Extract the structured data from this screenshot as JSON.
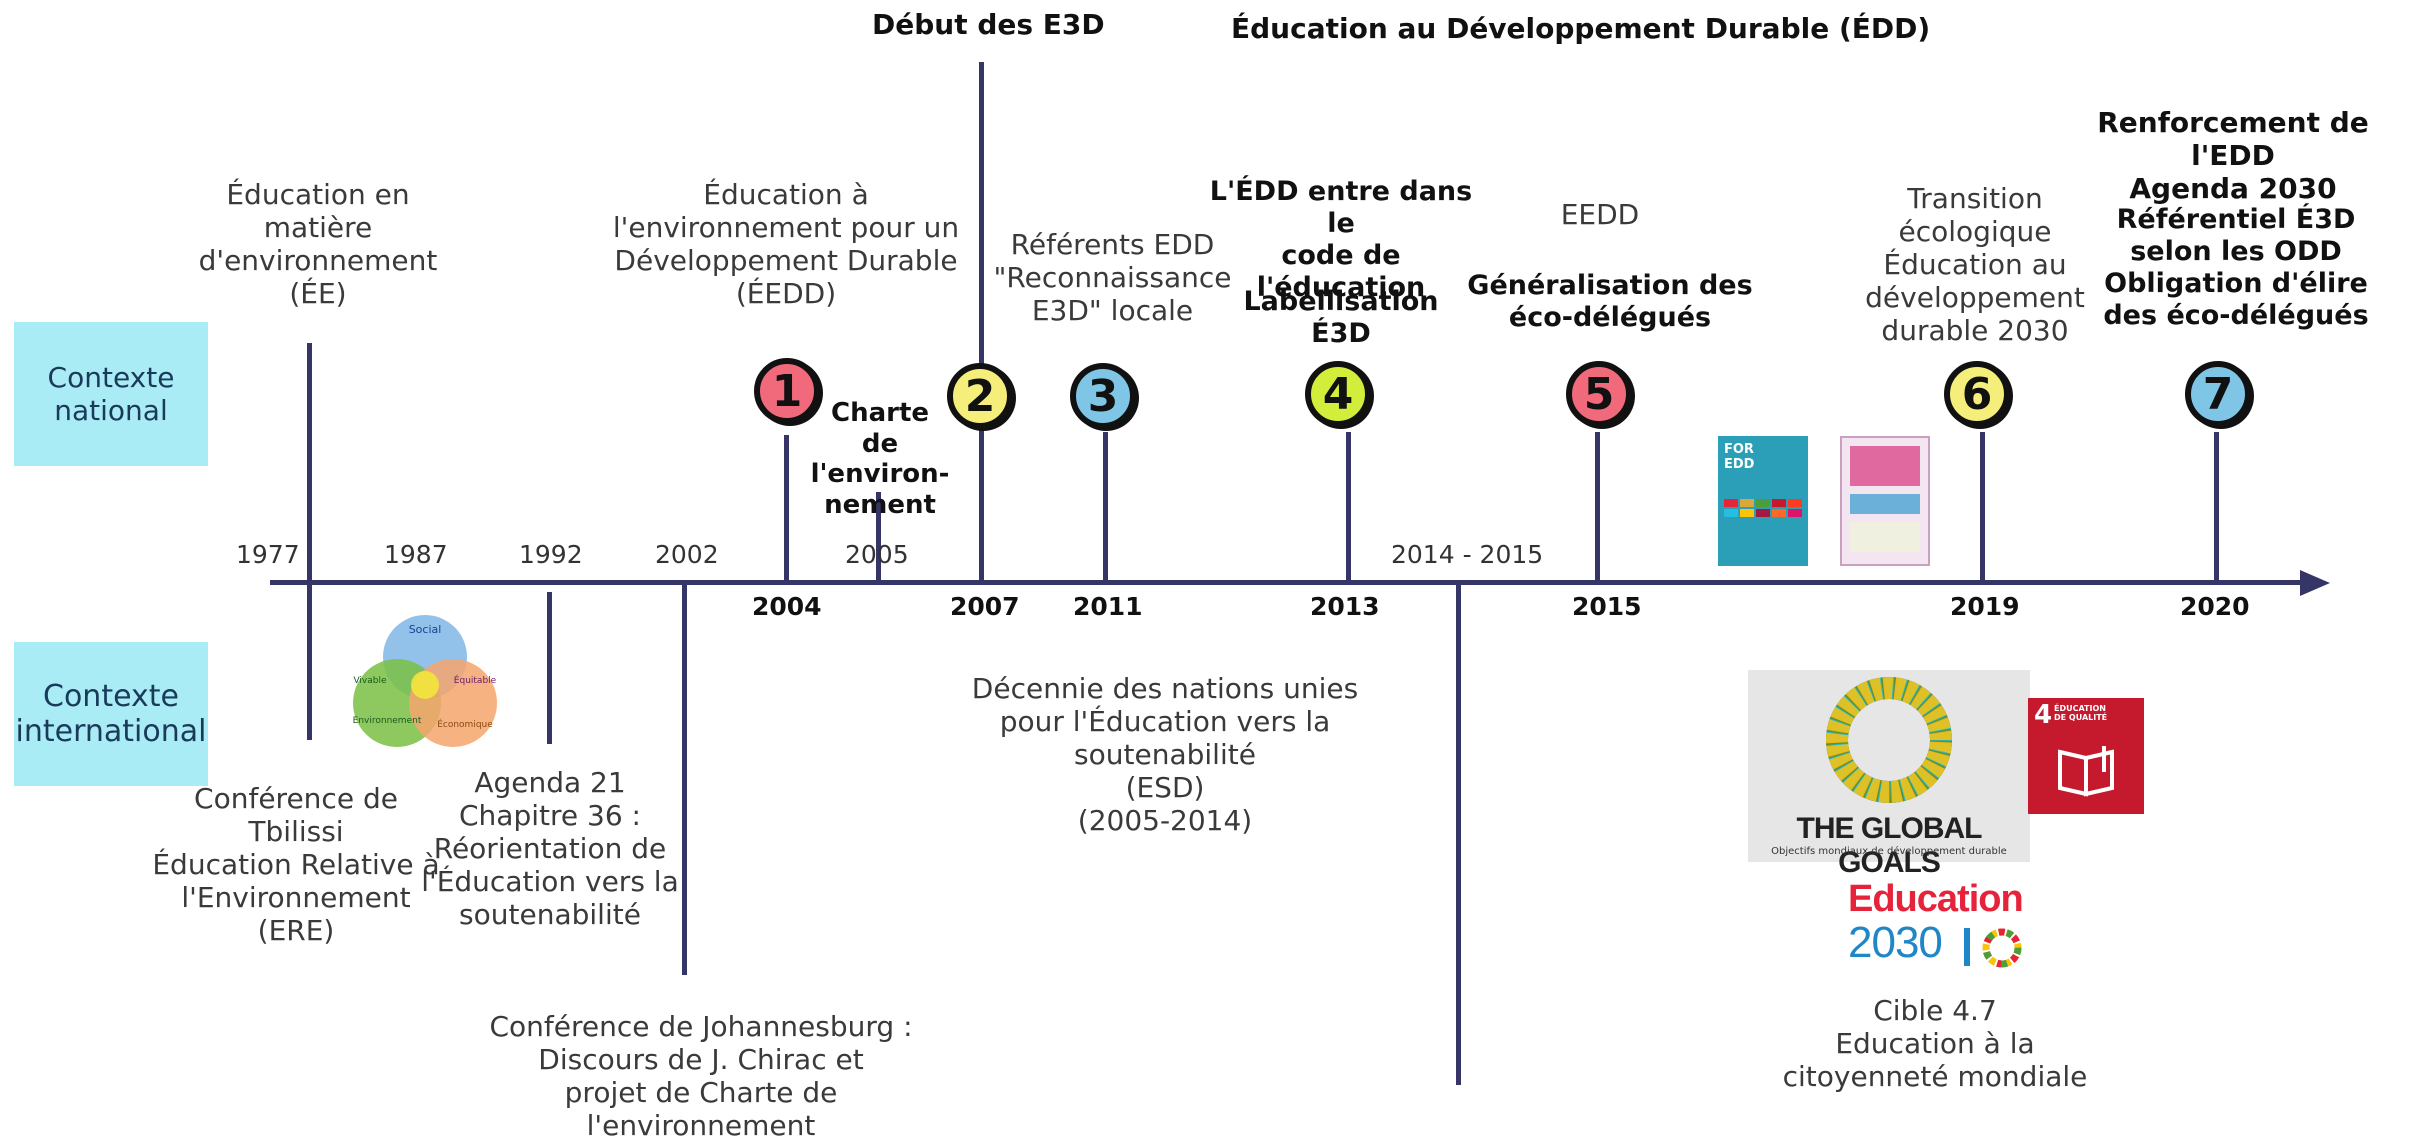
{
  "headers": {
    "debut_e3d": "Début des E3D",
    "edd": "Éducation au Développement Durable (ÉDD)",
    "renforcement": "Renforcement de l'EDD\nAgenda 2030"
  },
  "contexts": {
    "national": "Contexte\nnational",
    "international": "Contexte\ninternational"
  },
  "years_above": [
    "1977",
    "1987",
    "1992",
    "2002",
    "2005",
    "2014 - 2015"
  ],
  "years_below": [
    "2004",
    "2007",
    "2011",
    "2013",
    "2015",
    "2019",
    "2020"
  ],
  "milestones": [
    {
      "num": "1",
      "color": "#f06a7c"
    },
    {
      "num": "2",
      "color": "#f5ee7a"
    },
    {
      "num": "3",
      "color": "#7fc6e6"
    },
    {
      "num": "4",
      "color": "#d3ee3a"
    },
    {
      "num": "5",
      "color": "#f06a7c"
    },
    {
      "num": "6",
      "color": "#f5ee7a"
    },
    {
      "num": "7",
      "color": "#7fc6e6"
    }
  ],
  "national": {
    "ee": "Éducation en\nmatière\nd'environnement\n(ÉE)",
    "eedd": "Éducation à\nl'environnement pour un\nDéveloppement Durable\n(ÉEDD)",
    "charte": "Charte de\nl'environ-\nnement",
    "referents": "Référents EDD\n\"Reconnaissance\nE3D\" locale",
    "code": "L'ÉDD entre dans le\ncode de l'éducation",
    "labellisation": "Labellisation\nÉ3D",
    "eedd2": "EEDD",
    "generalisation": "Généralisation des\néco-délégués",
    "transition": "Transition\nécologique\nÉducation au\ndéveloppement\ndurable 2030",
    "referentiel": "Référentiel É3D\nselon les ODD\nObligation d'élire\ndes éco-délégués"
  },
  "international": {
    "tbilissi": "Conférence de\nTbilissi\nÉducation Relative à\nl'Environnement\n(ERE)",
    "agenda21": "Agenda 21\nChapitre 36 :\nRéorientation de\nl'Éducation vers la\nsoutenabilité",
    "johannesburg": "Conférence de Johannesburg :\nDiscours de J. Chirac et\nprojet de Charte de\nl'environnement",
    "decennie": "Décennie des nations unies\npour l'Éducation vers la\nsoutenabilité\n(ESD)\n(2005-2014)",
    "cible": "Cible 4.7\nEducation à la\ncitoyenneté mondiale"
  },
  "logos": {
    "global_goals": "THE GLOBAL GOALS",
    "global_goals_sub": "Objectifs mondiaux de développement durable",
    "sdg4_num": "4",
    "sdg4_label": "ÉDUCATION\nDE QUALITÉ",
    "education2030_a": "Education",
    "education2030_b": "2030",
    "poster_a_title": "FOR\nEDD",
    "venn_social": "Social",
    "venn_vivable": "Vivable",
    "venn_equitable": "Équitable",
    "venn_environnement": "Environnement",
    "venn_economique": "Économique"
  },
  "colors": {
    "axis": "#353567",
    "context_bg": "#a9ecf5"
  }
}
